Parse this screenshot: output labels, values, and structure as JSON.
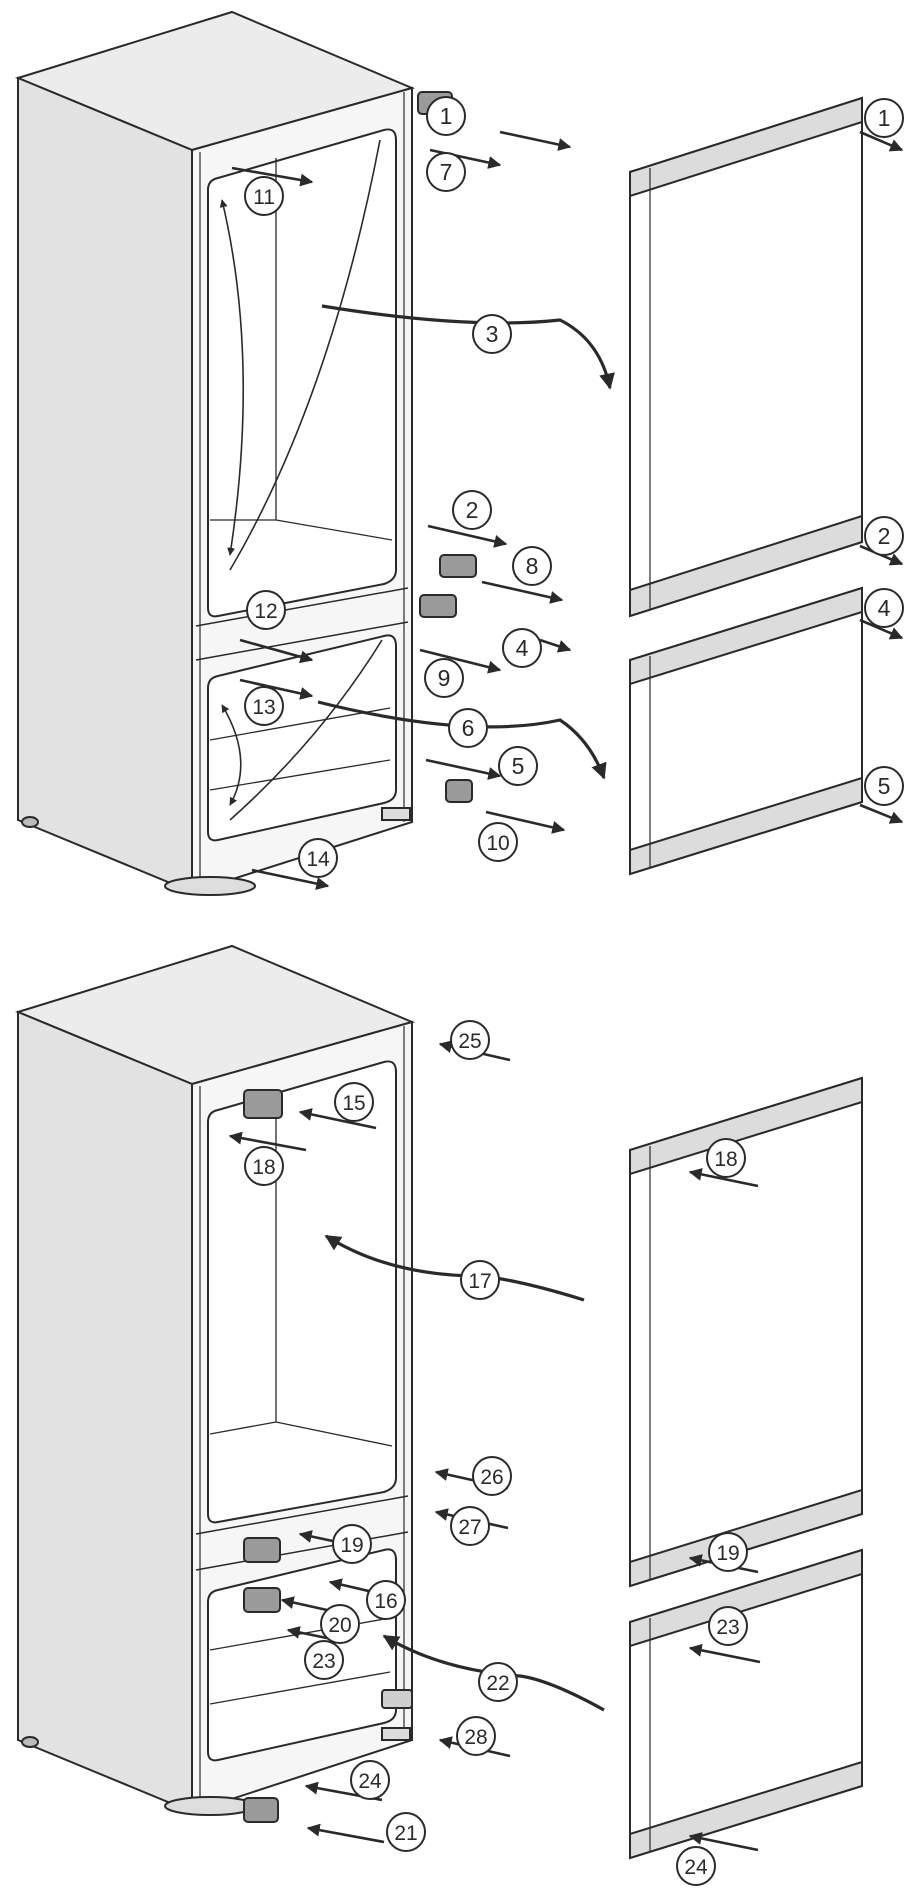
{
  "colors": {
    "outline": "#2a2a2a",
    "panel_top": "#ececec",
    "panel_side": "#e2e2e2",
    "panel_front": "#f6f6f6",
    "cavity": "#ffffff",
    "door_edge": "#dcdcdc",
    "hinge": "#9a9a9a",
    "label_bg": "#ffffff"
  },
  "figures": [
    {
      "id": "removal",
      "callouts": [
        {
          "id": "c1a",
          "text": "1"
        },
        {
          "id": "c1b",
          "text": "1"
        },
        {
          "id": "c7",
          "text": "7"
        },
        {
          "id": "c11",
          "text": "11"
        },
        {
          "id": "c3",
          "text": "3"
        },
        {
          "id": "c2a",
          "text": "2"
        },
        {
          "id": "c2b",
          "text": "2"
        },
        {
          "id": "c8",
          "text": "8"
        },
        {
          "id": "c4a",
          "text": "4"
        },
        {
          "id": "c4b",
          "text": "4"
        },
        {
          "id": "c12",
          "text": "12"
        },
        {
          "id": "c9",
          "text": "9"
        },
        {
          "id": "c13",
          "text": "13"
        },
        {
          "id": "c6",
          "text": "6"
        },
        {
          "id": "c5a",
          "text": "5"
        },
        {
          "id": "c5b",
          "text": "5"
        },
        {
          "id": "c10",
          "text": "10"
        },
        {
          "id": "c14",
          "text": "14"
        }
      ]
    },
    {
      "id": "installation",
      "callouts": [
        {
          "id": "c25",
          "text": "25"
        },
        {
          "id": "c15",
          "text": "15"
        },
        {
          "id": "c18a",
          "text": "18"
        },
        {
          "id": "c18b",
          "text": "18"
        },
        {
          "id": "c17",
          "text": "17"
        },
        {
          "id": "c26",
          "text": "26"
        },
        {
          "id": "c27",
          "text": "27"
        },
        {
          "id": "c19a",
          "text": "19"
        },
        {
          "id": "c19b",
          "text": "19"
        },
        {
          "id": "c16",
          "text": "16"
        },
        {
          "id": "c20",
          "text": "20"
        },
        {
          "id": "c23a",
          "text": "23"
        },
        {
          "id": "c23b",
          "text": "23"
        },
        {
          "id": "c22",
          "text": "22"
        },
        {
          "id": "c28",
          "text": "28"
        },
        {
          "id": "c24a",
          "text": "24"
        },
        {
          "id": "c24b",
          "text": "24"
        },
        {
          "id": "c21",
          "text": "21"
        }
      ]
    }
  ]
}
